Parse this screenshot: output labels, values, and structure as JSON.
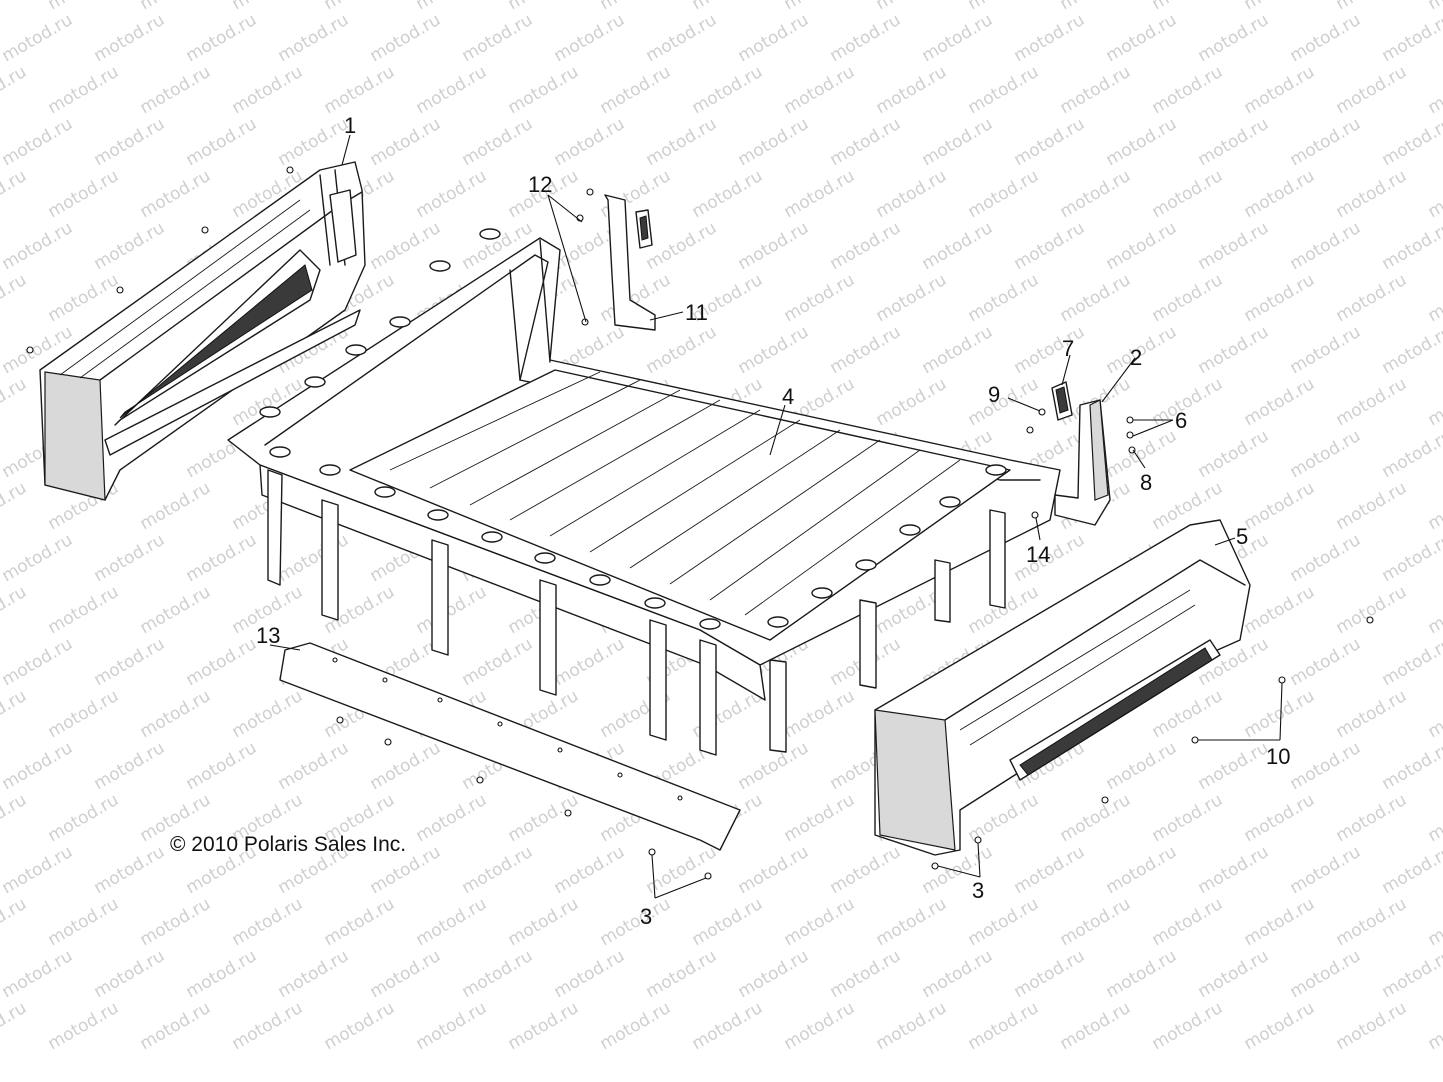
{
  "watermark": "motod.ru",
  "copyright": "© 2010 Polaris Sales Inc.",
  "callouts": {
    "c1": "1",
    "c2": "2",
    "c3a": "3",
    "c3b": "3",
    "c4": "4",
    "c5": "5",
    "c6": "6",
    "c7": "7",
    "c8": "8",
    "c9": "9",
    "c10": "10",
    "c11": "11",
    "c12": "12",
    "c13": "13",
    "c14": "14"
  },
  "colors": {
    "line": "#1a1a1a",
    "watermark": "#cfcfcf",
    "background": "#ffffff"
  }
}
